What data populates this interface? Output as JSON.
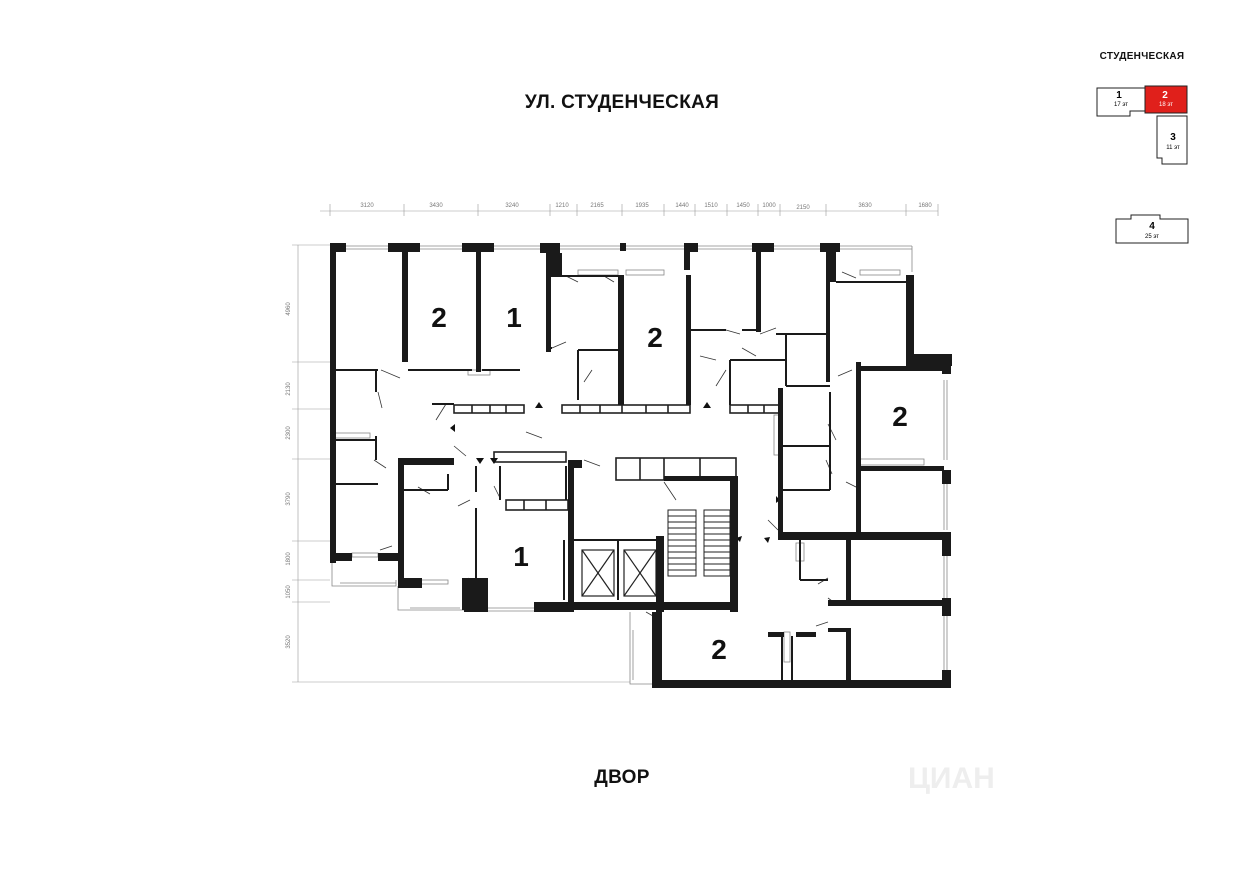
{
  "street_title": "УЛ. СТУДЕНЧЕСКАЯ",
  "yard_title": "ДВОР",
  "watermark": "ЦИАН",
  "minimap": {
    "caption": "СТУДЕНЧЕСКАЯ",
    "highlight_color": "#e0201b",
    "sections": [
      {
        "num": "1",
        "floors": "17 эт"
      },
      {
        "num": "2",
        "floors": "18 эт",
        "active": true
      },
      {
        "num": "3",
        "floors": "11 эт"
      },
      {
        "num": "4",
        "floors": "25 эт"
      }
    ]
  },
  "dimensions": {
    "top": [
      "3120",
      "3430",
      "3240",
      "1210",
      "2165",
      "1935",
      "1440",
      "1510",
      "1450",
      "1000",
      "2150",
      "3630",
      "1680"
    ],
    "left": [
      "4960",
      "2130",
      "2300",
      "3790",
      "1800",
      "1050",
      "3520"
    ]
  },
  "room_counts": [
    "2",
    "1",
    "2",
    "2",
    "1",
    "2"
  ]
}
